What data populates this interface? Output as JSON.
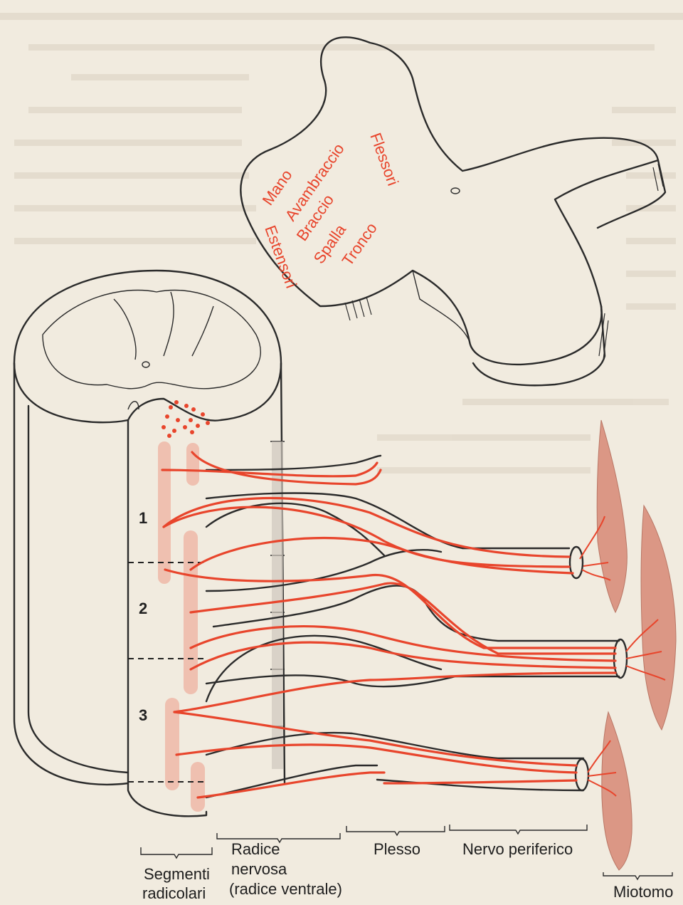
{
  "homunculus_labels": {
    "mano": "Mano",
    "avambraccio": "Avambraccio",
    "braccio": "Braccio",
    "spalla": "Spalla",
    "tronco": "Tronco",
    "flessori": "Flessori",
    "estensori": "Estensori"
  },
  "segments": [
    "1",
    "2",
    "3"
  ],
  "bottom_labels": {
    "segmenti_line1": "Segmenti",
    "segmenti_line2": "radicolari",
    "radice_line1": "Radice",
    "radice_line2": "nervosa",
    "radice_line3": "(radice ventrale)",
    "plesso": "Plesso",
    "nervo": "Nervo periferico",
    "miotomo": "Miotomo"
  },
  "colors": {
    "nerve": "#e8452c",
    "muscle": "#d98f7c",
    "outline": "#2b2b2b",
    "paper": "#f1ebdf"
  }
}
